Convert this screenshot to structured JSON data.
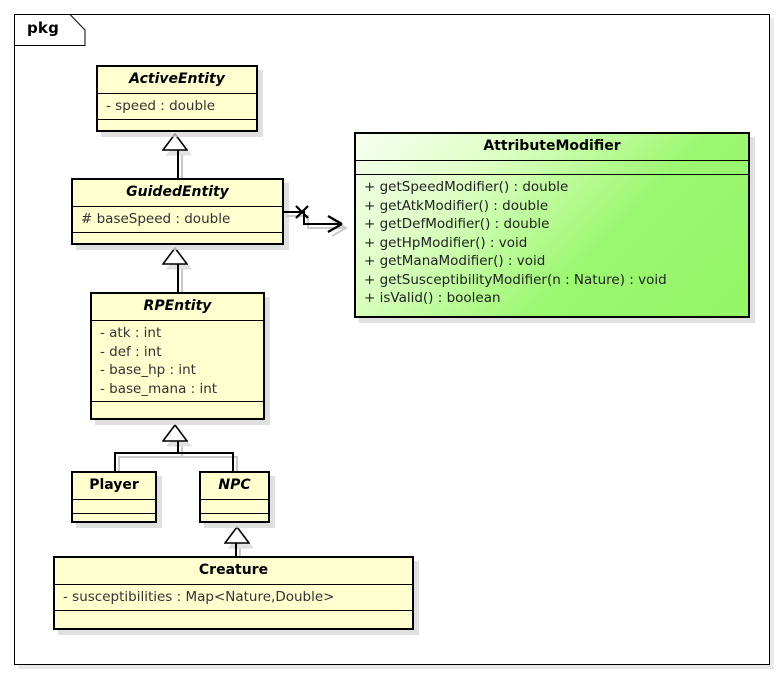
{
  "diagram": {
    "type": "uml-class-diagram",
    "package_label": "pkg",
    "background": "#ffffff",
    "frame_border": "#000000"
  },
  "colors": {
    "class_fill_yellow": "#fefece",
    "class_fill_green_light": "#f7fff0",
    "class_fill_green_dark": "#93f566",
    "border": "#000000",
    "text": "#000000",
    "member_text": "#333333",
    "shadow": "#d6d6d6"
  },
  "classes": [
    {
      "id": "active-entity",
      "name": "ActiveEntity",
      "abstract": true,
      "fill": "yellow",
      "attributes": [
        "- speed : double"
      ],
      "operations": []
    },
    {
      "id": "guided-entity",
      "name": "GuidedEntity",
      "abstract": true,
      "fill": "yellow",
      "attributes": [
        "# baseSpeed : double"
      ],
      "operations": []
    },
    {
      "id": "attribute-modifier",
      "name": "AttributeModifier",
      "abstract": false,
      "fill": "green",
      "attributes": [],
      "operations": [
        "+ getSpeedModifier() : double",
        "+ getAtkModifier() : double",
        "+ getDefModifier() : double",
        "+ getHpModifier() : void",
        "+ getManaModifier() : void",
        "+ getSusceptibilityModifier(n : Nature) : void",
        "+ isValid() : boolean"
      ]
    },
    {
      "id": "rp-entity",
      "name": "RPEntity",
      "abstract": true,
      "fill": "yellow",
      "attributes": [
        "- atk : int",
        "- def : int",
        "- base_hp : int",
        "- base_mana : int"
      ],
      "operations": []
    },
    {
      "id": "player",
      "name": "Player",
      "abstract": false,
      "fill": "yellow",
      "attributes": [],
      "operations": []
    },
    {
      "id": "npc",
      "name": "NPC",
      "abstract": true,
      "fill": "yellow",
      "attributes": [],
      "operations": []
    },
    {
      "id": "creature",
      "name": "Creature",
      "abstract": false,
      "fill": "yellow",
      "attributes": [
        "- susceptibilities : Map<Nature,Double>"
      ],
      "operations": []
    }
  ],
  "relationships": [
    {
      "id": "rel-guided-active",
      "type": "generalization",
      "from": "GuidedEntity",
      "to": "ActiveEntity"
    },
    {
      "id": "rel-rp-guided",
      "type": "generalization",
      "from": "RPEntity",
      "to": "GuidedEntity"
    },
    {
      "id": "rel-player-rp",
      "type": "generalization",
      "from": "Player",
      "to": "RPEntity"
    },
    {
      "id": "rel-npc-rp",
      "type": "generalization",
      "from": "NPC",
      "to": "RPEntity"
    },
    {
      "id": "rel-creature-npc",
      "type": "generalization",
      "from": "Creature",
      "to": "NPC"
    },
    {
      "id": "rel-guided-attrmod",
      "type": "dependency",
      "from": "GuidedEntity",
      "to": "AttributeModifier",
      "marker": "cross"
    }
  ]
}
